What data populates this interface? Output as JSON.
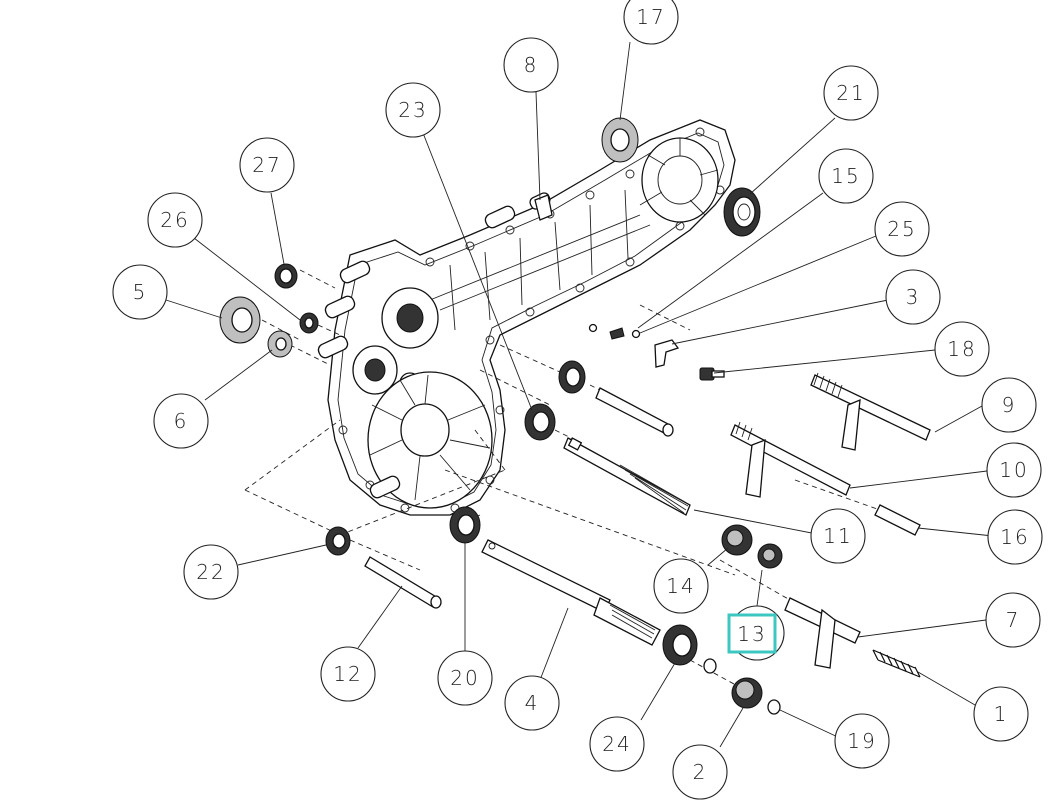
{
  "callouts": {
    "c1": "1",
    "c2": "2",
    "c3": "3",
    "c4": "4",
    "c5": "5",
    "c6": "6",
    "c7": "7",
    "c8": "8",
    "c9": "9",
    "c10": "10",
    "c11": "11",
    "c12": "12",
    "c13": "13",
    "c14": "14",
    "c15": "15",
    "c16": "16",
    "c17": "17",
    "c18": "18",
    "c19": "19",
    "c20": "20",
    "c21": "21",
    "c22": "22",
    "c23": "23",
    "c24": "24",
    "c25": "25",
    "c26": "26",
    "c27": "27"
  },
  "highlight": {
    "label": "13",
    "color": "#3cc7c0"
  }
}
